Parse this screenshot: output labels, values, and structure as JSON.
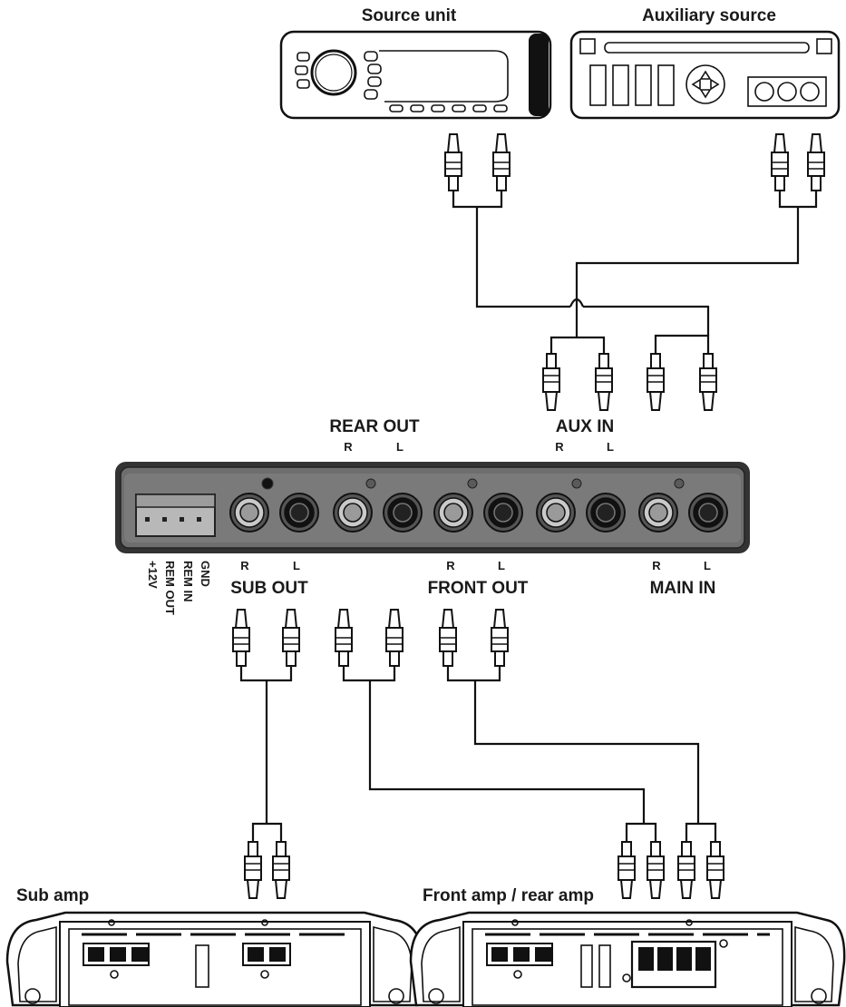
{
  "devices": {
    "source_unit": "Source unit",
    "auxiliary_source": "Auxiliary source",
    "sub_amp": "Sub amp",
    "front_rear_amp": "Front amp / rear amp"
  },
  "processor": {
    "rear_out": "REAR OUT",
    "aux_in": "AUX IN",
    "sub_out": "SUB OUT",
    "front_out": "FRONT OUT",
    "main_in": "MAIN IN",
    "channel_r": "R",
    "channel_l": "L",
    "power_terminals": [
      "+12V",
      "REM OUT",
      "REM IN",
      "GND"
    ]
  }
}
